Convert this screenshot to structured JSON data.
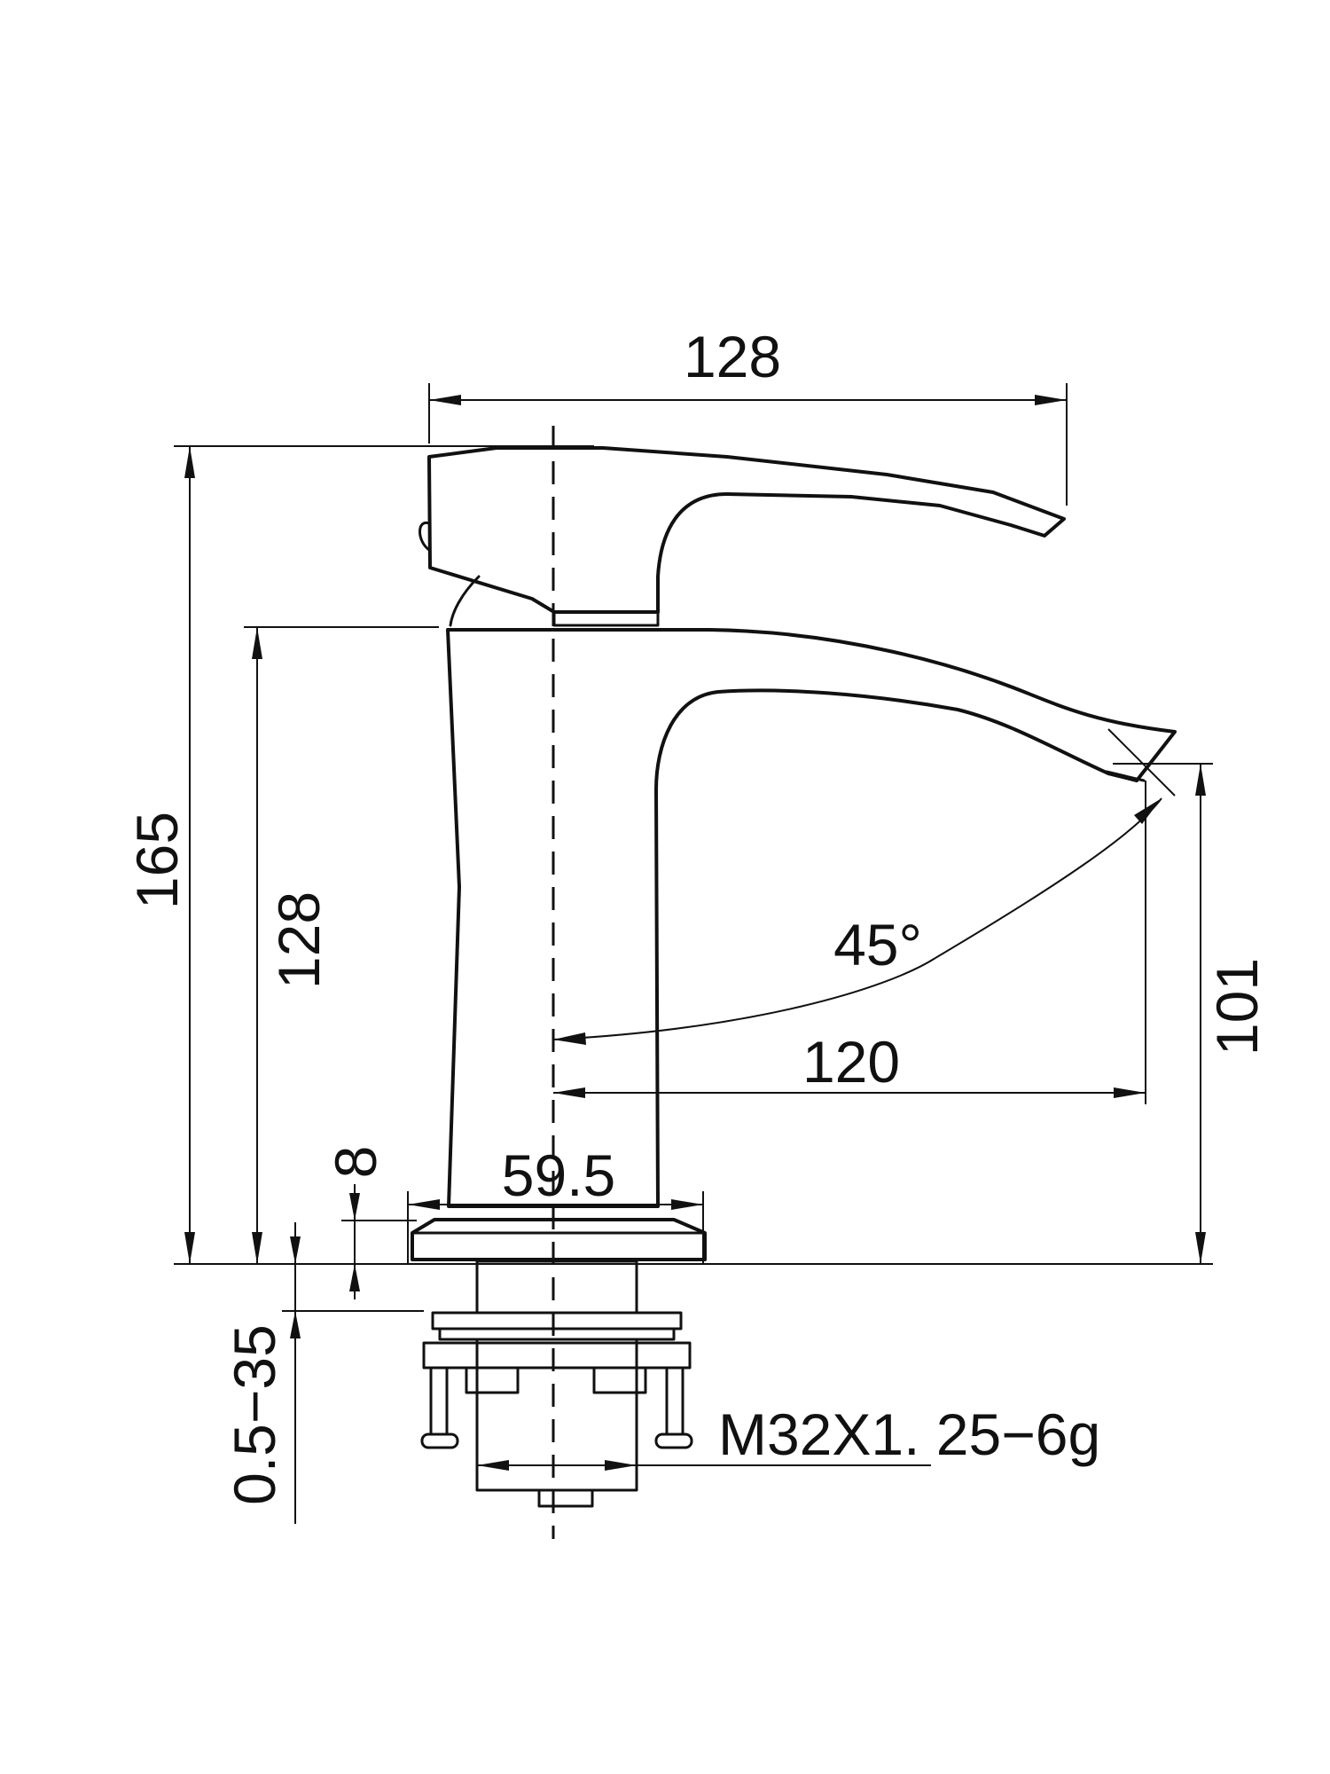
{
  "drawing": {
    "dimensions": {
      "top_width": "128",
      "total_height": "165",
      "body_height": "128",
      "spout_height": "101",
      "spout_reach": "120",
      "angle": "45°",
      "base_diameter": "59.5",
      "base_thickness": "8",
      "deck_range": "0.5−35",
      "thread": "M32X1. 25−6g"
    },
    "colors": {
      "line": "#111111",
      "background": "#ffffff"
    }
  }
}
